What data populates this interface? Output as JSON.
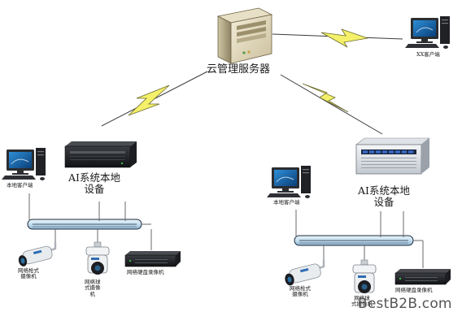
{
  "diagram": {
    "cloud_server": {
      "label": "云管理服务器",
      "icon": "server-tower-icon"
    },
    "remote_client": {
      "label": "XX客户端",
      "icon": "desktop-pc-icon"
    },
    "left_site": {
      "client_label": "本地客户端",
      "ai_device_label": "AI系统本地\n设备",
      "gun_camera_label": "网络枪式\n摄像机",
      "dome_camera_label": "网络球\n式摄像\n机",
      "nvr_label": "网络硬盘录像机"
    },
    "right_site": {
      "client_label": "本地客户端",
      "ai_device_label": "AI系统本地\n设备",
      "gun_camera_label": "网络枪式\n摄像机",
      "dome_camera_label": "网络球\n式摄像机",
      "nvr_label": "网络硬盘录像机"
    },
    "colors": {
      "bus": "#c9e3f3",
      "bus_stroke": "#1f2b3a",
      "lightning": "#f4f06a",
      "lightning_stroke": "#6b6a2a"
    }
  },
  "watermark": "BestB2B.com"
}
